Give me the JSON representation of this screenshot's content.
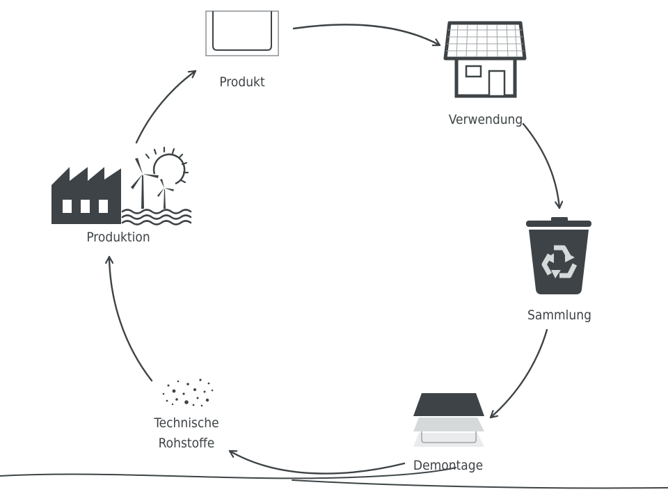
{
  "stages": {
    "produkt": "Produkt",
    "verwendung": "Verwendung",
    "sammlung": "Sammlung",
    "demontage": "Demontage",
    "rohstoffe_line1": "Technische",
    "rohstoffe_line2": "Rohstoffe",
    "produktion": "Produktion"
  },
  "icons": {
    "produkt": "product-tray-icon",
    "verwendung": "house-with-solar-roof-icon",
    "sammlung": "recycling-bin-icon",
    "demontage": "disassembled-layers-icon",
    "rohstoffe": "raw-material-particles-icon",
    "produktion": "factory-and-wind-turbines-icon"
  },
  "colors": {
    "ink": "#3d4346",
    "light": "#d6d9da",
    "lighter": "#e9ebec"
  }
}
